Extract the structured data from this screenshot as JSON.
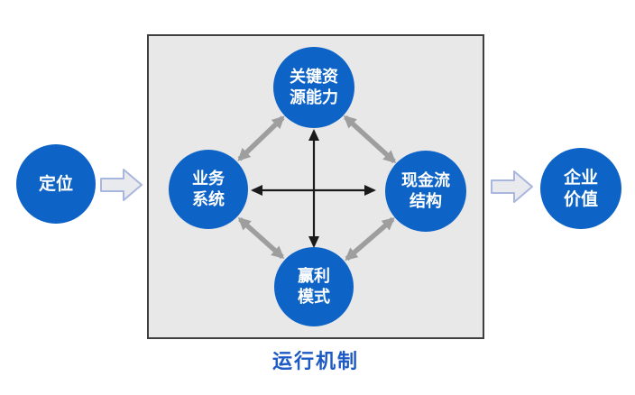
{
  "colors": {
    "page_bg": "#ffffff",
    "node_blue": "#0d63c6",
    "node_text": "#ffffff",
    "box_bg": "#e8e8e8",
    "box_border": "#3f3f3f",
    "diagonal_arrow": "#9e9e9e",
    "cross_arrow": "#1a1a1a",
    "flow_arrow_fill": "#e9eaee",
    "flow_arrow_stroke": "#a9b6dd",
    "caption_color": "#1d5ac4"
  },
  "nodes": {
    "positioning": {
      "label": "定位"
    },
    "key_resources": {
      "line1": "关键资",
      "line2": "源能力"
    },
    "business_system": {
      "line1": "业务",
      "line2": "系统"
    },
    "cash_flow": {
      "line1": "现金流",
      "line2": "结构"
    },
    "profit_model": {
      "line1": "赢利",
      "line2": "模式"
    },
    "enterprise_value": {
      "line1": "企业",
      "line2": "价值"
    }
  },
  "caption": "运行机制",
  "icons": {
    "flow_arrow_left": "right-block-arrow",
    "flow_arrow_right": "right-block-arrow",
    "diagonal_connectors": "double-headed-arrow",
    "cross_connectors": "double-headed-arrow"
  }
}
